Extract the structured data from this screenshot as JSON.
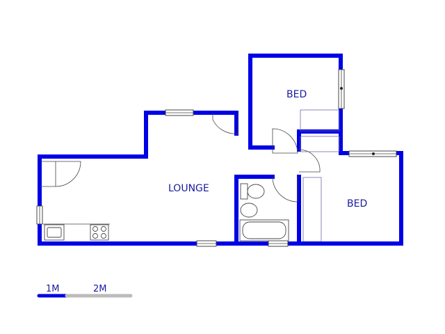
{
  "rooms": {
    "bed_top": "BED",
    "bed_right": "BED",
    "lounge": "LOUNGE"
  },
  "scale": {
    "label_1": "1M",
    "label_2": "2M"
  },
  "colors": {
    "walls": "#0000e6",
    "labels": "#1a1aa0",
    "scale_bar_grey": "#bbbbbb"
  }
}
